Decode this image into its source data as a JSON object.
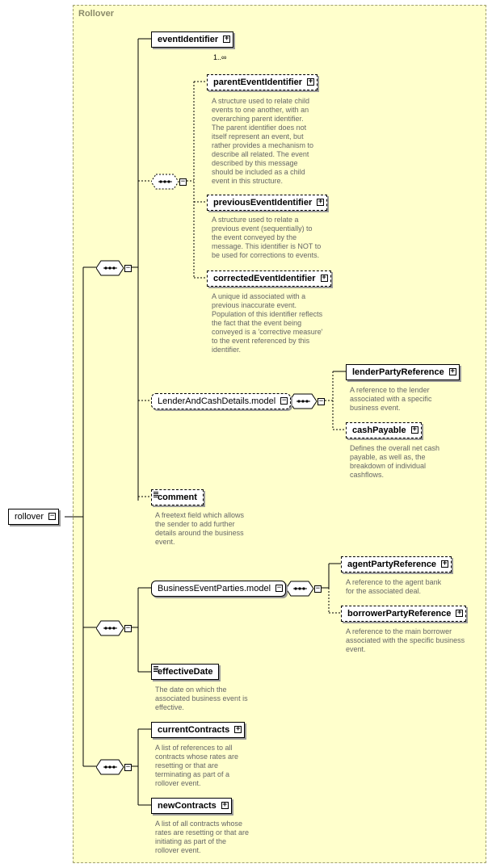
{
  "root": {
    "label": "rollover"
  },
  "region_title": "Rollover",
  "elements": {
    "eventIdentifier": {
      "label": "eventIdentifier",
      "cardinality": "1..∞"
    },
    "parentEventIdentifier": {
      "label": "parentEventIdentifier",
      "doc": "A structure used to relate child\nevents to one another, with an\noverarching parent identifier.\nThe parent identifier does not\nitself represent an event, but\nrather provides a mechanism to\ndescribe all related. The event\ndescribed by this message\nshould be included as a child\nevent in this structure."
    },
    "previousEventIdentifier": {
      "label": "previousEventIdentifier",
      "doc": "A structure used to relate a\nprevious event (sequentially) to\nthe event conveyed by the\nmessage. This identifier is NOT to\nbe used for corrections to events."
    },
    "correctedEventIdentifier": {
      "label": "correctedEventIdentifier",
      "doc": "A unique id associated with a\nprevious inaccurate event.\nPopulation of this identifier reflects\nthe fact that the event being\nconveyed is a 'corrective measure'\nto the event referenced by this\nidentifier."
    },
    "lenderAndCashDetails": {
      "label": "LenderAndCashDetails.model"
    },
    "lenderPartyReference": {
      "label": "lenderPartyReference",
      "doc": "A reference to the lender\nassociated with a specific\nbusiness event."
    },
    "cashPayable": {
      "label": "cashPayable",
      "doc": "Defines the overall net cash\npayable, as well as, the\nbreakdown of individual\ncashflows."
    },
    "comment": {
      "label": "comment",
      "doc": "A freetext field which allows\nthe sender to add further\ndetails around the business\nevent."
    },
    "businessEventParties": {
      "label": "BusinessEventParties.model"
    },
    "agentPartyReference": {
      "label": "agentPartyReference",
      "doc": "A reference to the agent bank\nfor the associated deal."
    },
    "borrowerPartyReference": {
      "label": "borrowerPartyReference",
      "doc": "A reference to the main borrower\nassociated with the specific business\nevent."
    },
    "effectiveDate": {
      "label": "effectiveDate",
      "doc": "The date on which the\nassociated business event is\neffective."
    },
    "currentContracts": {
      "label": "currentContracts",
      "doc": "A list of references to all\ncontracts whose rates are\nresetting or that are\nterminating as part of a\nrollover event."
    },
    "newContracts": {
      "label": "newContracts",
      "doc": "A list of all contracts whose\nrates are resetting or that are\ninitiating as part of the\nrollover event."
    }
  },
  "icons": {
    "expand": "plus-box-icon",
    "collapse": "minus-box-icon",
    "sequence": "sequence-compositor-icon",
    "text": "text-content-icon"
  },
  "colors": {
    "region_bg": "#ffffcc",
    "doc_text": "#666666",
    "region_title": "#8a8a6a"
  }
}
